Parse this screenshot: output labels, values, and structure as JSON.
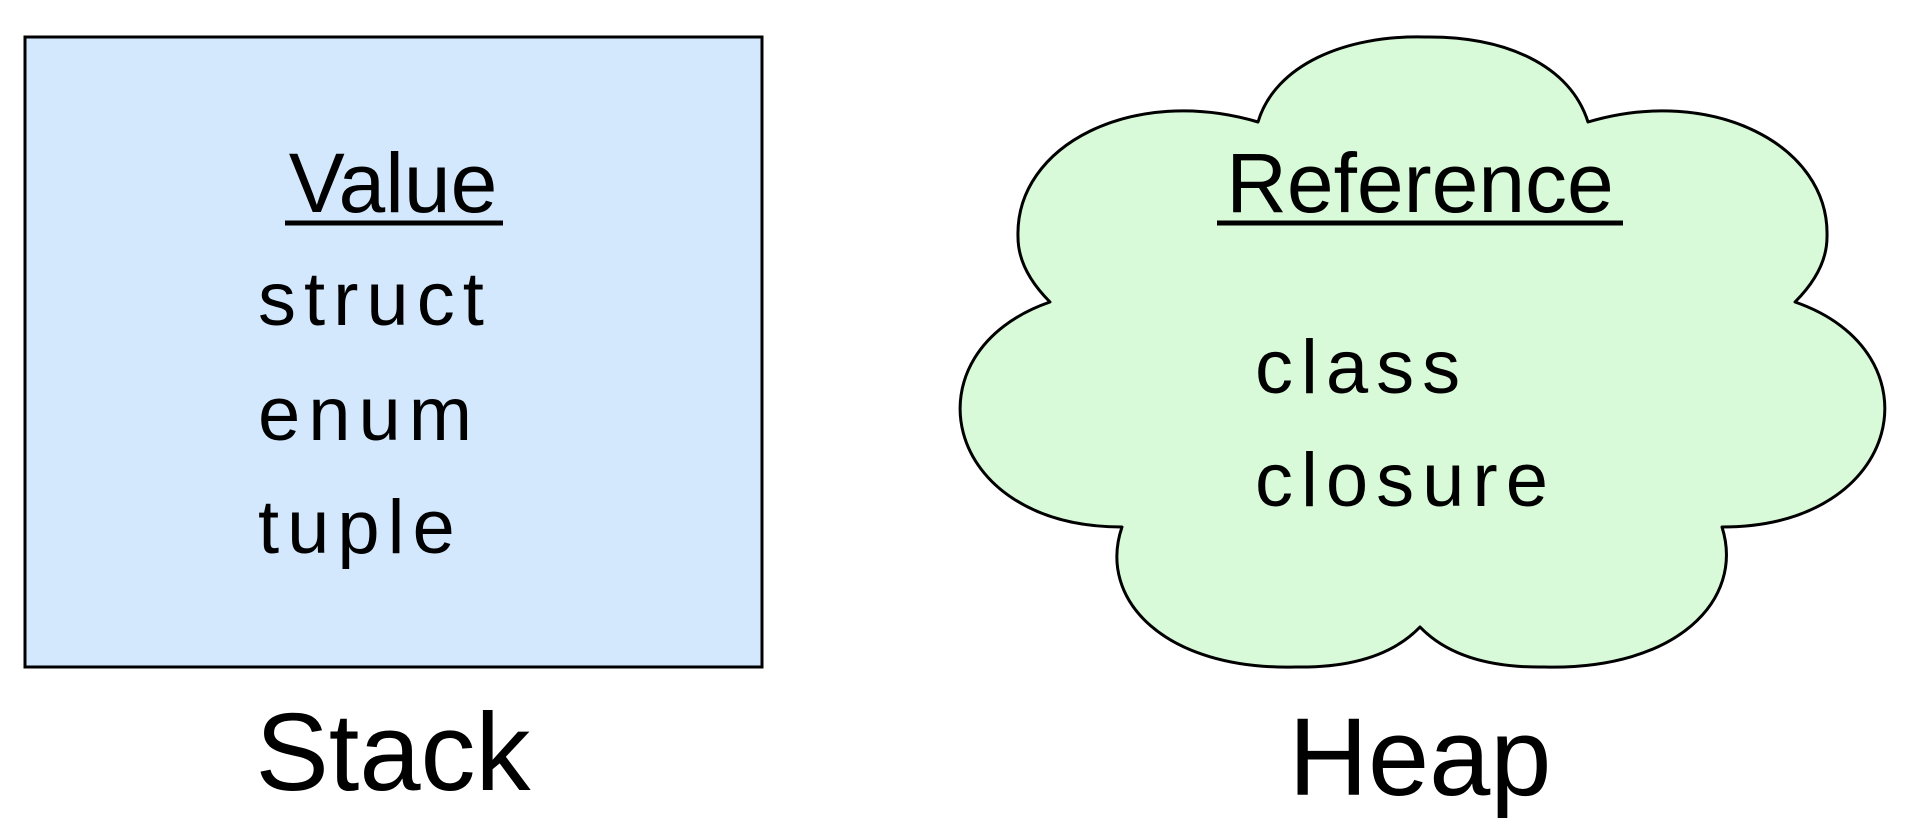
{
  "colors": {
    "stack_fill": "#d3e8fc",
    "heap_fill": "#d9fad9",
    "outline": "#000000",
    "text": "#000000"
  },
  "stack": {
    "heading": "Value",
    "items": [
      "struct",
      "enum",
      "tuple"
    ],
    "caption": "Stack"
  },
  "heap": {
    "heading": "Reference",
    "items": [
      "class",
      "closure"
    ],
    "caption": "Heap"
  }
}
